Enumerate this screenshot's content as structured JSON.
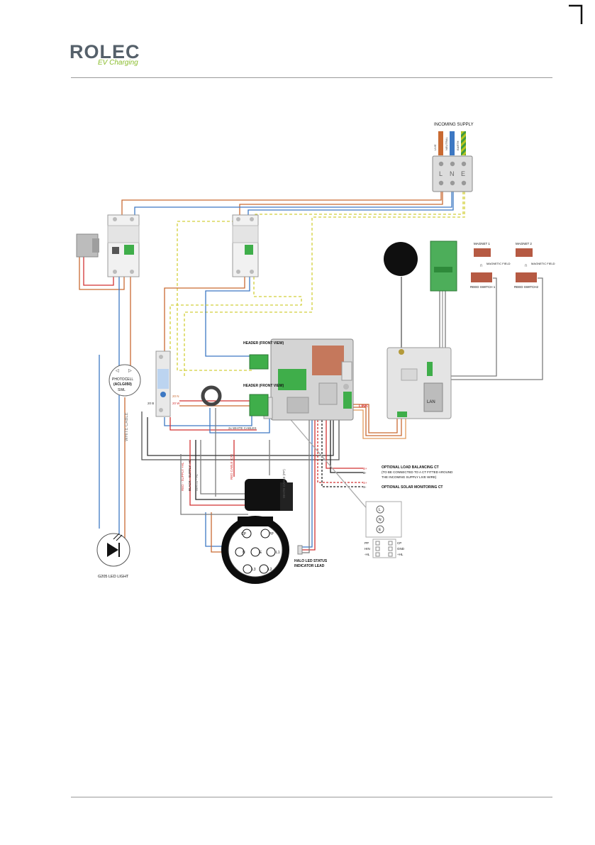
{
  "brand": {
    "name": "ROLEC",
    "tagline": "EV Charging"
  },
  "colors": {
    "live": "#c96a32",
    "neutral": "#3d78c3",
    "earth": "#b8c520",
    "signal": "#d23232",
    "cable_grey": "#7c7c7c",
    "pcb_green": "#2fa64a"
  },
  "diagram": {
    "incoming_supply": "INCOMING SUPPLY",
    "supply_wires": [
      "LIVE",
      "NEUTRAL",
      "EARTH"
    ],
    "terminals": [
      "L",
      "N",
      "E"
    ],
    "header_front_view": "HEADER (FRONT VIEW)",
    "photocell": {
      "line1": "PHOTOCELL",
      "line2": "(ACLG050)",
      "pin": "SWL"
    },
    "white_cable": "WHITE CABLE",
    "led_light": "G205 LED LIGHT",
    "meter_labels": {
      "a": "20 N",
      "b": "20 W",
      "c": "20 B"
    },
    "white_cables": "2x WHITE CABLES",
    "link": "LINK",
    "lan": "LAN",
    "magnet1": "MAGNET 1",
    "magnet2": "MAGNET 2",
    "magnetic_field": "MAGNETIC FIELD",
    "reed_switch1": "REED SWITCH 1",
    "reed_switch2": "REED SWITCH2",
    "load_ct": {
      "title": "OPTIONAL LOAD BALANCING CT",
      "line2": "(TO BE CONNECTED TO A CT FITTED AROUND",
      "line3": "THE INCOMING SUPPLY LIVE WIRE)"
    },
    "solar_ct": "OPTIONAL SOLAR MONITORING CT",
    "ct_pins": [
      "B+",
      "B-",
      "S+",
      "S-"
    ],
    "halo": {
      "line1": "HALO LED STATUS",
      "line2": "INDICATOR LEAD"
    },
    "plug_pins": [
      "CP",
      "PP",
      "N",
      "E",
      "L1",
      "L3",
      "L2"
    ],
    "side_cables": [
      "RED - SUPPLY +HL",
      "BLACK - SUPPLY -HL",
      "WHITE - HL"
    ],
    "red_cable": "RED CABLE (CP)",
    "white_cable_pp": "WHITE CABLE (PP)",
    "connector_left": [
      "PP",
      "HIN",
      "-HL"
    ],
    "connector_right": [
      "CP",
      "GND",
      "+HL"
    ],
    "connector_terms": [
      "L",
      "N",
      "E"
    ]
  }
}
